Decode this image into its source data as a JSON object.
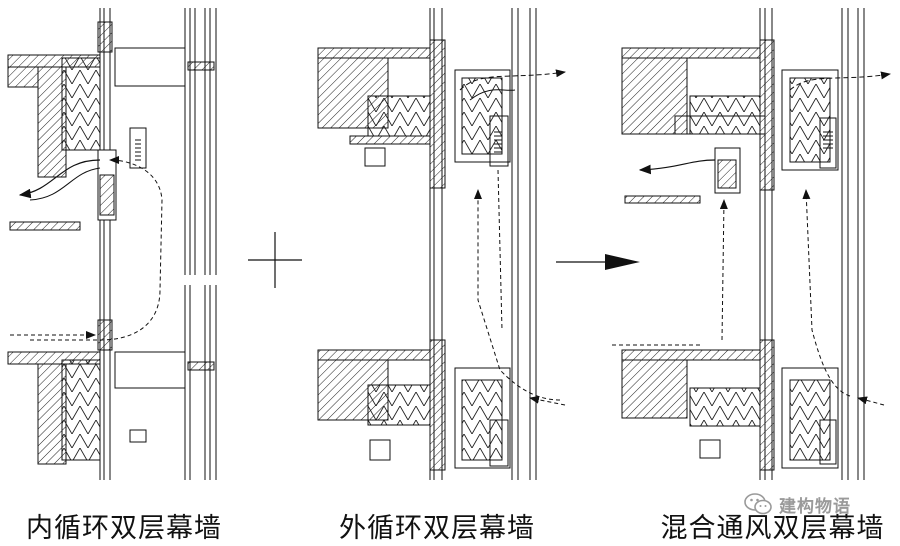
{
  "captions": {
    "inner": "内循环双层幕墙",
    "outer": "外循环双层幕墙",
    "hybrid": "混合通风双层幕墙"
  },
  "watermark": {
    "text": "建构物语",
    "icon": "wechat-icon"
  },
  "operators": {
    "plus": "plus-sign",
    "arrow": "result-arrow"
  },
  "colors": {
    "line": "#111111",
    "hatch": "#222222",
    "background": "#ffffff",
    "watermark": "#9a9a9a"
  }
}
